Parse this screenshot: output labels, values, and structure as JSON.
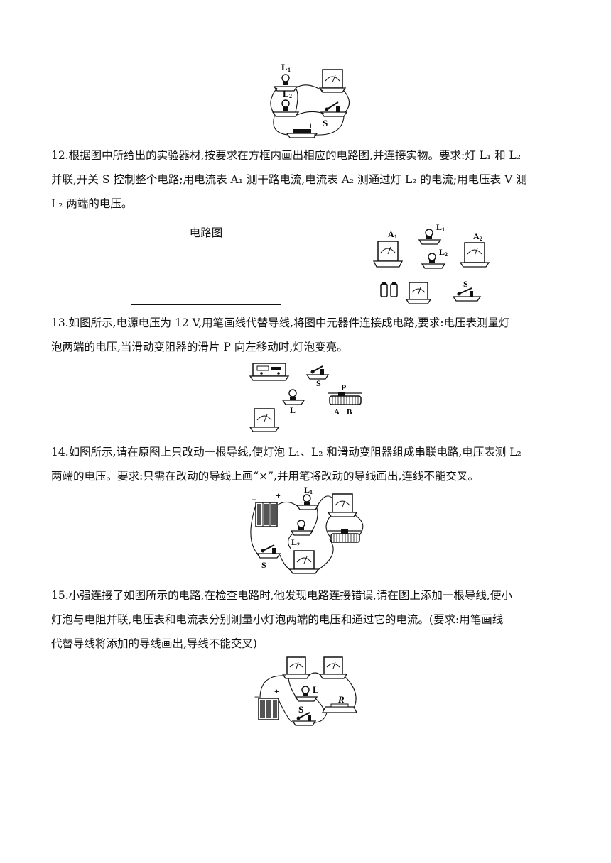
{
  "fig11": {
    "label_l1": "L",
    "label_l1_sub": "1",
    "label_l2": "L",
    "label_l2_sub": "2",
    "label_s": "S",
    "label_plus": "+"
  },
  "q12": {
    "line1": "12.根据图中所给出的实验器材,按要求在方框内画出相应的电路图,并连接实物。要求:灯 L₁ 和 L₂",
    "line2": "并联,开关 S 控制整个电路;用电流表 A₁ 测干路电流,电流表 A₂ 测通过灯 L₂ 的电流;用电压表 V 测",
    "line3": "L₂ 两端的电压。",
    "box_label": "电路图",
    "fig": {
      "a1": "A",
      "a1_sub": "1",
      "a2": "A",
      "a2_sub": "2",
      "l1": "L",
      "l1_sub": "1",
      "l2": "L",
      "l2_sub": "2",
      "s": "S"
    }
  },
  "q13": {
    "line1": "13.如图所示,电源电压为 12 V,用笔画线代替导线,将图中元器件连接成电路,要求:电压表测量灯",
    "line2": "泡两端的电压,当滑动变阻器的滑片 P 向左移动时,灯泡变亮。",
    "fig": {
      "s": "S",
      "l": "L",
      "p": "P",
      "a": "A",
      "b": "B"
    }
  },
  "q14": {
    "line1": "14.如图所示,请在原图上只改动一根导线,使灯泡 L₁、L₂ 和滑动变阻器组成串联电路,电压表测 L₂",
    "line2": "两端的电压。要求:只需在改动的导线上画“×”,并用笔将改动的导线画出,连线不能交叉。",
    "fig": {
      "minus": "−",
      "plus": "+",
      "l1": "L",
      "l1_sub": "1",
      "l2": "L",
      "l2_sub": "2",
      "s": "S"
    }
  },
  "q15": {
    "line1": "15.小强连接了如图所示的电路,在检查电路时,他发现电路连接错误,请在图上添加一根导线,使小",
    "line2": "灯泡与电阻并联,电压表和电流表分别测量小灯泡两端的电压和通过它的电流。(要求:用笔画线",
    "line3": "代替导线将添加的导线画出,导线不能交叉)",
    "fig": {
      "minus": "−",
      "plus": "+",
      "l": "L",
      "r": "R",
      "s": "S"
    }
  }
}
